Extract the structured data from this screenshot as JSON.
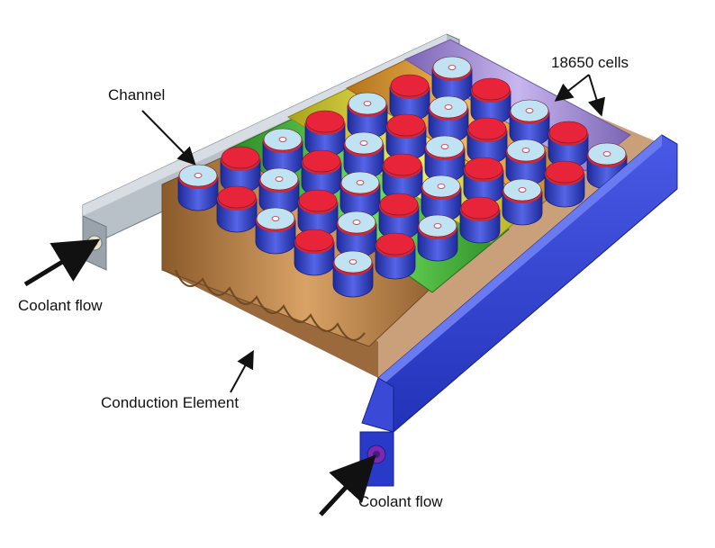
{
  "labels": {
    "channel": "Channel",
    "cells": "18650 cells",
    "coolant_left": "Coolant flow",
    "coolant_right": "Coolant flow",
    "conduction": "Conduction Element"
  },
  "colors": {
    "channel_back": "#aab3bb",
    "channel_front": "#2f3fd0",
    "cell_cap_red": "#e8243a",
    "cell_cap_light": "#bfe3f2",
    "cell_body": "#3a4ad6",
    "element_colors": [
      "#c08a4e",
      "#49c23c",
      "#d6d23a",
      "#e0a23a",
      "#a78fd8"
    ]
  },
  "icons": [
    "arrow-icon"
  ]
}
